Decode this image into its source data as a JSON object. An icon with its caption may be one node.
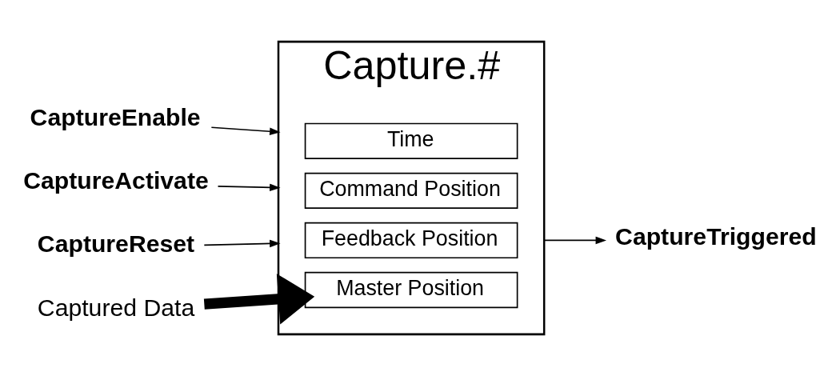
{
  "diagram": {
    "nodes": [
      {
        "text": [
          "Capture.#"
        ]
      },
      {
        "text": [
          "Time"
        ],
        "in": 0
      },
      {
        "text": [
          "Command Position"
        ],
        "in": 0
      },
      {
        "text": [
          "Feedback Position"
        ],
        "in": 0
      },
      {
        "text": [
          "Master Position"
        ],
        "in": 0
      },
      {
        "text": [
          "CaptureEnable"
        ]
      },
      {
        "text": [
          "CaptureActivate"
        ]
      },
      {
        "text": [
          "CaptureReset"
        ]
      },
      {
        "text": [
          "CaptureTriggered"
        ]
      },
      {
        "text": [
          "Captured Data"
        ]
      }
    ],
    "edges": [
      {
        "from": 5,
        "to": 0,
        "arrow": "to"
      },
      {
        "from": 6,
        "to": 0,
        "arrow": "to"
      },
      {
        "from": 7,
        "to": 0,
        "arrow": "to"
      },
      {
        "from": 0,
        "to": 8,
        "arrow": "to"
      },
      {
        "from": 9,
        "to": 4,
        "arrow": "to",
        "style": "thick"
      }
    ]
  }
}
